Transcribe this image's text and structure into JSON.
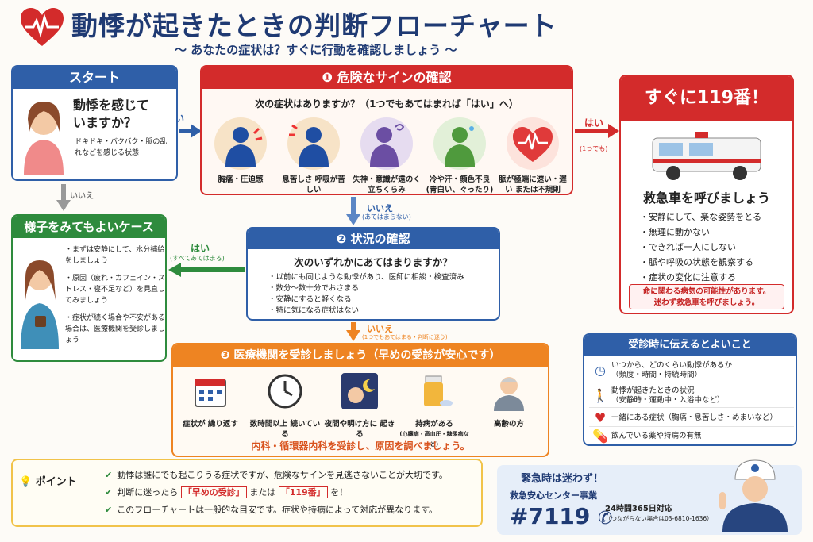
{
  "header": {
    "title": "動悸が起きたときの判断フローチャート",
    "subtitle": "〜 あなたの症状は？すぐに行動を確認しましょう 〜"
  },
  "start": {
    "title": "スタート",
    "question": "動悸を感じていますか？",
    "description": "ドキドキ・バクバク・脈の乱れなどを感じる状態"
  },
  "danger": {
    "title": "❶ 危険なサインの確認",
    "question": "次の症状はありますか？（1つでもあてはまれば「はい」へ）",
    "symptoms": [
      {
        "label": "胸痛・圧迫感",
        "icon": "chest-pain-icon"
      },
      {
        "label": "息苦しさ 呼吸が苦しい",
        "icon": "breathless-icon"
      },
      {
        "label": "失神・意識が遠のく 立ちくらみ",
        "icon": "dizzy-icon"
      },
      {
        "label": "冷や汗・顔色不良 (青白い、ぐったり)",
        "icon": "cold-sweat-icon"
      },
      {
        "label": "脈が極端に速い・遅い または不規則",
        "icon": "heart-pulse-icon"
      }
    ]
  },
  "call119": {
    "title": "すぐに119番！",
    "headline": "救急車を呼びましょう",
    "items": [
      "安静にして、楽な姿勢をとる",
      "無理に動かない",
      "できれば一人にしない",
      "脈や呼吸の状態を観察する",
      "症状の変化に注意する"
    ],
    "warning1": "命に関わる病気の可能性があります。",
    "warning2": "迷わず救急車を呼びましょう。"
  },
  "watch": {
    "title": "様子をみてもよいケース",
    "items": [
      "まずは安静にして、水分補給をしましょう",
      "原因（疲れ・カフェイン・ストレス・寝不足など）を見直してみましょう",
      "症状が続く場合や不安がある場合は、医療機関を受診しましょう"
    ]
  },
  "status": {
    "title": "❷ 状況の確認",
    "question": "次のいずれかにあてはまりますか？",
    "items": [
      "以前にも同じような動悸があり、医師に相談・検査済み",
      "数分〜数十分でおさまる",
      "安静にすると軽くなる",
      "特に気になる症状はない"
    ]
  },
  "clinic": {
    "title": "❸ 医療機関を受診しましょう（早めの受診が安心です）",
    "items": [
      {
        "label": "症状が 繰り返す",
        "icon": "calendar-icon"
      },
      {
        "label": "数時間以上 続いている",
        "icon": "clock-icon"
      },
      {
        "label": "夜間や明け方に 起きる",
        "icon": "night-icon"
      },
      {
        "label": "持病がある",
        "sub": "(心臓病・高血圧・糖尿病など)",
        "icon": "medicine-icon"
      },
      {
        "label": "高齢の方",
        "icon": "elderly-icon"
      }
    ],
    "footer": "内科・循環器内科を受診し、原因を調べましょう。"
  },
  "tell": {
    "title": "受診時に伝えるとよいこと",
    "items": [
      {
        "label": "いつから、どのくらい動悸があるか",
        "sub": "（頻度・時間・持続時間）",
        "icon": "clock-icon"
      },
      {
        "label": "動悸が起きたときの状況",
        "sub": "（安静時・運動中・入浴中など）",
        "icon": "walking-icon"
      },
      {
        "label": "一緒にある症状（胸痛・息苦しさ・めまいなど）",
        "sub": "",
        "icon": "heartbeat-icon"
      },
      {
        "label": "飲んでいる薬や持病の有無",
        "sub": "",
        "icon": "pill-icon"
      }
    ]
  },
  "point": {
    "tag": "ポイント",
    "line1": "動悸は誰にでも起こりうる症状ですが、危険なサインを見逃さないことが大切です。",
    "line2a": "判断に迷ったら",
    "line2b": "「早めの受診」",
    "line2c": "または",
    "line2d": "「119番」",
    "line2e": "を！",
    "line3": "このフローチャートは一般的な目安です。症状や持病によって対応が異なります。"
  },
  "emergency": {
    "title": "緊急時は迷わず！",
    "agency": "救急安心センター事業",
    "number": "#7119",
    "hours": "24時間365日対応",
    "alt": "（つながらない場合は03-6810-1636）"
  },
  "arrows": {
    "yes": "はい",
    "no": "いいえ",
    "yes_any": "(1つでも)",
    "no_none": "(あてはまらない)",
    "yes_all": "(すべてあてはまる)",
    "no_some": "(1つでもあてはまる・判断に迷う)"
  },
  "colors": {
    "red": "#d32b2b",
    "blue": "#2f5fa8",
    "green": "#2e8b3d",
    "orange": "#ee8422",
    "navy": "#1f3a73"
  }
}
